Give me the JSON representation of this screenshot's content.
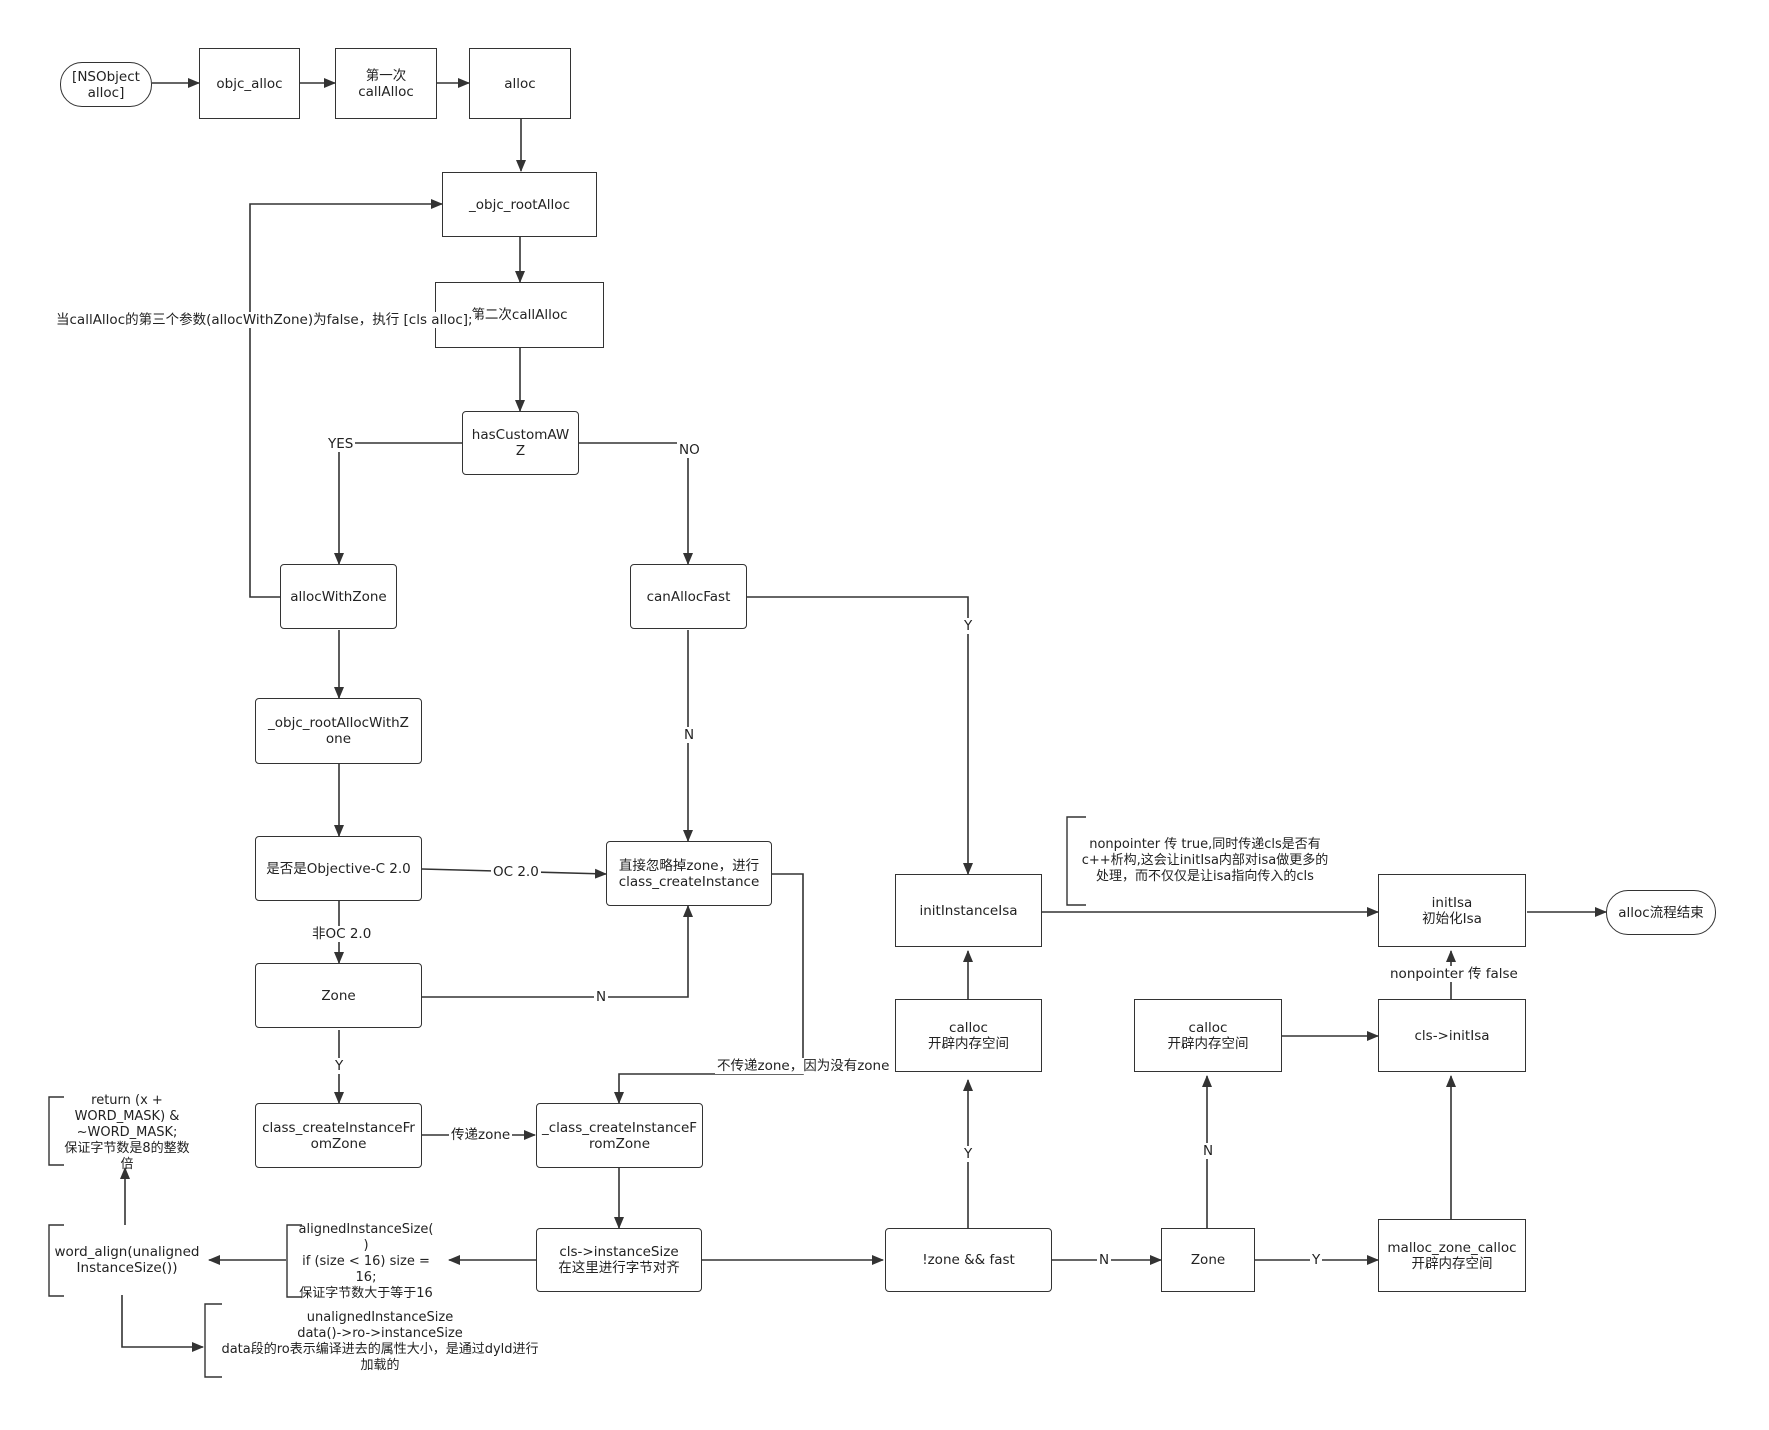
{
  "nodes": {
    "nsobject_alloc": "[NSObject\nalloc]",
    "objc_alloc": "objc_alloc",
    "first_callalloc": "第一次\ncallAlloc",
    "alloc": "alloc",
    "objc_rootalloc": "_objc_rootAlloc",
    "second_callalloc": "第二次callAlloc",
    "hascustomawz": "hasCustomAW\nZ",
    "allocwithzone": "allocWithZone",
    "canallocfast": "canAllocFast",
    "objc_rootallocwithzone": "_objc_rootAllocWithZ\none",
    "is_objc2": "是否是Objective-C 2.0",
    "ignore_zone": "直接忽略掉zone，进行\nclass_createInstance",
    "zone_left": "Zone",
    "class_createinstancefromzone": "class_createInstanceFr\nomZone",
    "_class_createinstancefromzone": "_class_createInstanceF\nromZone",
    "cls_instancesize": "cls->instanceSize\n在这里进行字节对齐",
    "alignedinstancesize": "alignedInstanceSize(\n)\nif (size < 16) size =\n16;\n保证字节数大于等于16",
    "word_align": "word_align(unaligned\nInstanceSize())",
    "not_zone_fast": "!zone  &&  fast",
    "calloc_1": "calloc\n开辟内存空间",
    "initinstanceisa": "initInstanceIsa",
    "zone_right": "Zone",
    "calloc_2": "calloc\n开辟内存空间",
    "malloc_zone_calloc": "malloc_zone_calloc\n开辟内存空间",
    "cls_initisa": "cls->initIsa",
    "initisa": "initIsa\n初始化Isa",
    "alloc_end": "alloc流程结束"
  },
  "edge_labels": {
    "callalloc_false_note": "当callAlloc的第三个参数(allocWithZone)为false，执行 [cls alloc];",
    "yes": "YES",
    "no": "NO",
    "canallocfast_y": "Y",
    "canallocfast_n": "N",
    "oc20": "OC 2.0",
    "non_oc20": "非OC 2.0",
    "zone_n": "N",
    "zone_y": "Y",
    "pass_zone": "传递zone",
    "not_pass_zone": "不传递zone，因为没有zone",
    "fast_y": "Y",
    "fast_n": "N",
    "zone_right_n": "N",
    "zone_right_y": "Y",
    "nonpointer_false": "nonpointer 传 false"
  },
  "notes": {
    "word_mask_note": "return (x +\nWORD_MASK) &\n~WORD_MASK;\n保证字节数是8的整数\n倍",
    "unaligned_note": "unalignedInstanceSize\ndata()->ro->instanceSize\ndata段的ro表示编译进去的属性大小，是通过dyld进行\n加载的",
    "nonpointer_note": "nonpointer 传 true,同时传递cls是否有\nc++析构,这会让initIsa内部对isa做更多的\n处理，而不仅仅是让isa指向传入的cls"
  }
}
